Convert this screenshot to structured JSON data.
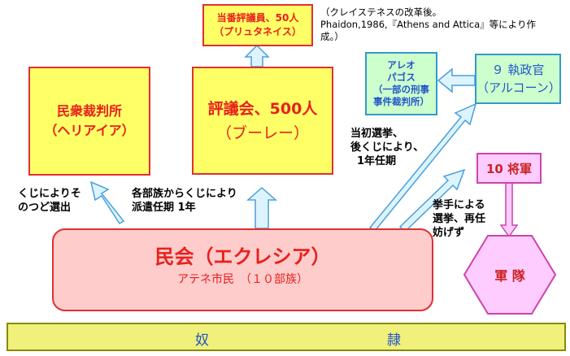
{
  "citation": {
    "line1": "（クレイステネスの改革後。",
    "line2": "Phaidon,1986,『Athens and Attica』等により作",
    "line3": "成。）"
  },
  "nodes": {
    "prytaneis": {
      "line1": "当番評議員、50人",
      "line2": "（プリュタネイス）"
    },
    "heliaia": {
      "line1": "民衆裁判所",
      "line2": "（ヘリアイア）"
    },
    "boule": {
      "line1": "評議会、500人",
      "line2": "（ブーレー）"
    },
    "areopagus": {
      "line1": "アレオ",
      "line2": "パゴス",
      "line3": "（一部の刑事",
      "line4": "事件裁判所）"
    },
    "archon": {
      "line1": "９ 執政官",
      "line2": "（アルコーン）"
    },
    "strategos": {
      "label": "10 将軍"
    },
    "army": {
      "label": "軍 隊"
    },
    "ecclesia": {
      "title": "民会（エクレシア）",
      "subtitle": "アテネ市民　（１０部族）"
    },
    "slaves": {
      "left": "奴",
      "right": "隷"
    }
  },
  "edge_labels": {
    "heliaia": {
      "line1": "くじによりそ",
      "line2": "のつど選出"
    },
    "boule": {
      "line1": "各部族からくじにより",
      "line2": "派遣任期 1年"
    },
    "archon": {
      "line1": "当初選挙、",
      "line2": "後くじにより、",
      "line3": "1年任期"
    },
    "strategos": {
      "line1": "挙手による",
      "line2": "選挙、再任",
      "line3": "妨げず"
    }
  },
  "colors": {
    "yellow_fill": "#ffff66",
    "red_border": "#e03030",
    "green_fill": "#ccffcc",
    "pink_fill": "#ffccff",
    "ecclesia_fill": "#ffcccc",
    "slave_fill": "#f0f07a",
    "arrow_fill": "#ddf4ff"
  }
}
